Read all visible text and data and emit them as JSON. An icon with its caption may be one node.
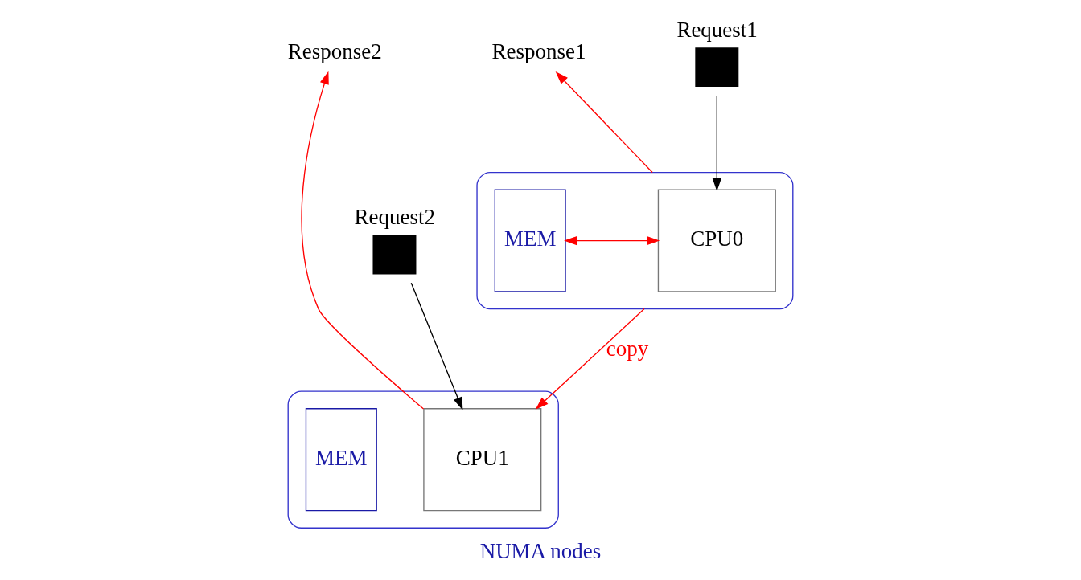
{
  "diagram": {
    "caption": "NUMA nodes",
    "nodes": [
      {
        "text": [],
        "shape": "box"
      },
      {
        "text": [
          "MEM"
        ],
        "in": 0
      },
      {
        "text": [
          "CPU0"
        ],
        "in": 0
      },
      {
        "text": [
          "Request1"
        ]
      },
      {
        "text": [
          "Response1"
        ]
      },
      {
        "text": [],
        "shape": "box"
      },
      {
        "text": [
          "CPU1"
        ],
        "in": 5
      },
      {
        "text": [
          "MEM"
        ],
        "in": 5
      },
      {
        "text": [
          "Response2"
        ]
      },
      {
        "text": [
          "Request2"
        ]
      }
    ],
    "edges": [
      {
        "from": 3,
        "to": 2,
        "arrow": "to",
        "color": "#000000"
      },
      {
        "from": 0,
        "to": 4,
        "arrow": "to",
        "color": "#ff0000"
      },
      {
        "from": 1,
        "to": 2,
        "arrow": "both",
        "color": "#ff0000"
      },
      {
        "from": 0,
        "to": 6,
        "arrow": "to",
        "label": "copy",
        "color": "#ff0000"
      },
      {
        "from": 6,
        "to": 8,
        "arrow": "to",
        "color": "#ff0000"
      },
      {
        "from": 9,
        "to": 6,
        "arrow": "to",
        "color": "#000000"
      }
    ]
  }
}
